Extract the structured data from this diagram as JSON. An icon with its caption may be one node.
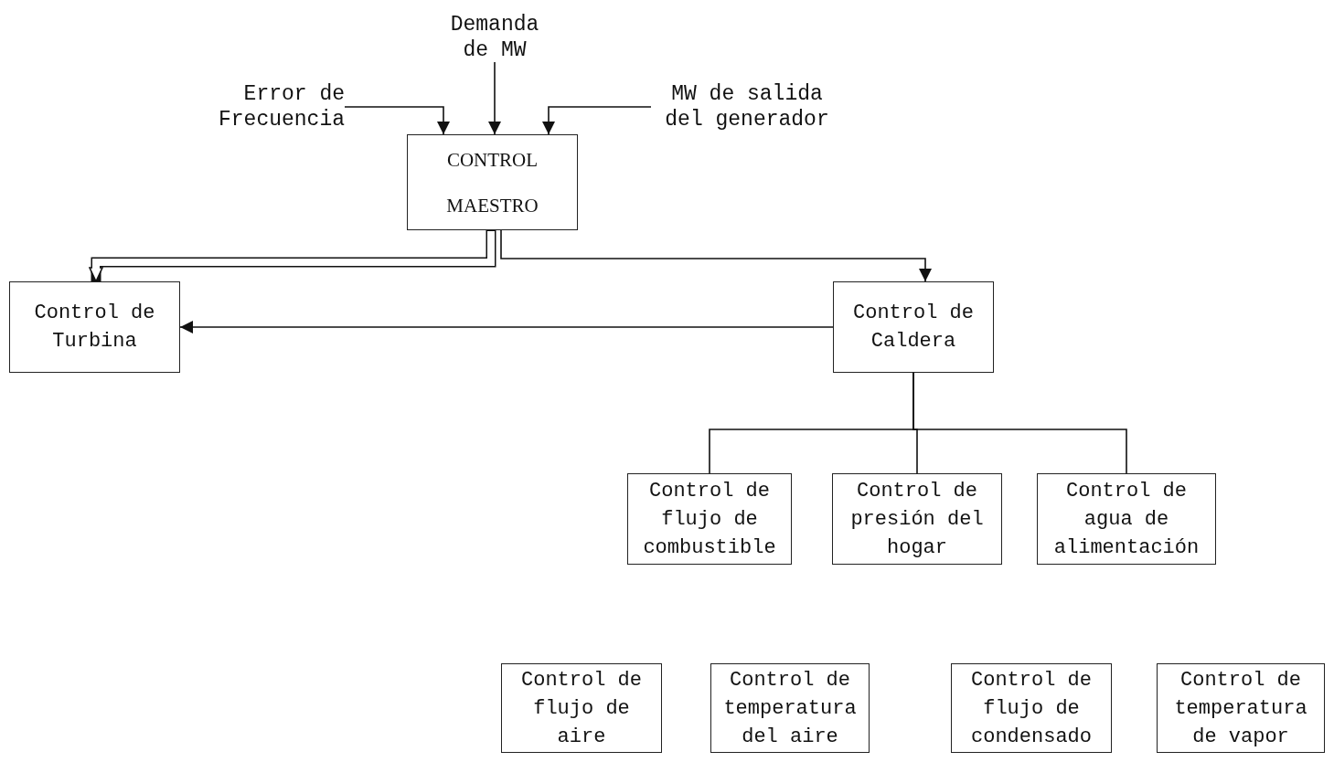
{
  "diagram": {
    "nodes": [
      {
        "text": [
          "Demanda de MW"
        ]
      },
      {
        "text": [
          "Error de Frecuencia"
        ]
      },
      {
        "text": [
          "MW de salida del generador"
        ]
      },
      {
        "text": [
          "CONTROL MAESTRO"
        ]
      },
      {
        "text": [
          "Control de Turbina"
        ]
      },
      {
        "text": [
          "Control de Caldera"
        ]
      },
      {
        "text": [
          "Control de flujo de combustible"
        ]
      },
      {
        "text": [
          "Control de presión del hogar"
        ]
      },
      {
        "text": [
          "Control de agua de alimentación"
        ]
      },
      {
        "text": [
          "Control de flujo de aire"
        ]
      },
      {
        "text": [
          "Control de temperatura del aire"
        ]
      },
      {
        "text": [
          "Control de flujo de condensado"
        ]
      },
      {
        "text": [
          "Control de temperatura de vapor"
        ]
      }
    ],
    "edges": [
      {
        "from": 0,
        "to": 3,
        "arrow": "to"
      },
      {
        "from": 1,
        "to": 3,
        "arrow": "to"
      },
      {
        "from": 2,
        "to": 3,
        "arrow": "to"
      },
      {
        "from": 3,
        "to": 4,
        "arrow": "to",
        "style": "thick"
      },
      {
        "from": 3,
        "to": 5,
        "arrow": "to"
      },
      {
        "from": 5,
        "to": 4,
        "arrow": "to"
      },
      {
        "from": 5,
        "to": 6,
        "arrow": "none"
      },
      {
        "from": 5,
        "to": 7,
        "arrow": "none"
      },
      {
        "from": 5,
        "to": 8,
        "arrow": "none"
      }
    ]
  }
}
